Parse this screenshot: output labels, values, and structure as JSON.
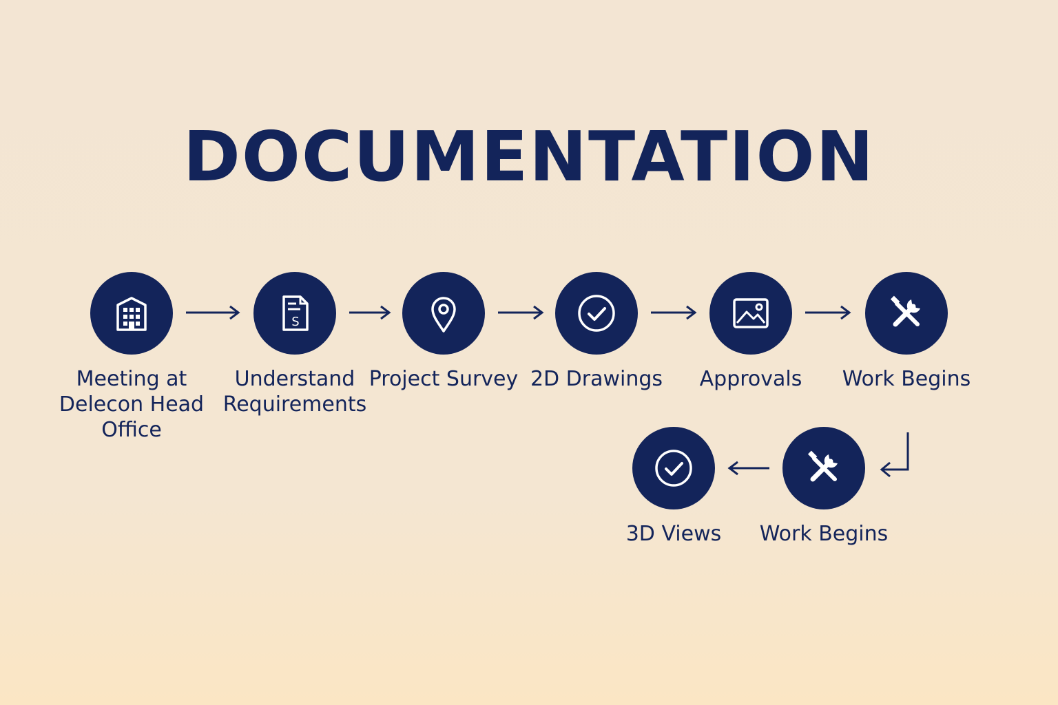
{
  "title": "DOCUMENTATION",
  "colors": {
    "accent": "#13245a",
    "background": "#f3e5d3"
  },
  "steps": [
    {
      "label": "Meeting at Delecon Head Office",
      "icon": "building-icon"
    },
    {
      "label": "Understand Requirements",
      "icon": "document-icon"
    },
    {
      "label": "Project Survey",
      "icon": "location-pin-icon"
    },
    {
      "label": "2D Drawings",
      "icon": "check-circle-icon"
    },
    {
      "label": "Approvals",
      "icon": "image-icon"
    },
    {
      "label": "Work Begins",
      "icon": "tools-icon"
    },
    {
      "label": "Work Begins",
      "icon": "tools-icon"
    },
    {
      "label": "3D Views",
      "icon": "check-circle-icon"
    }
  ]
}
